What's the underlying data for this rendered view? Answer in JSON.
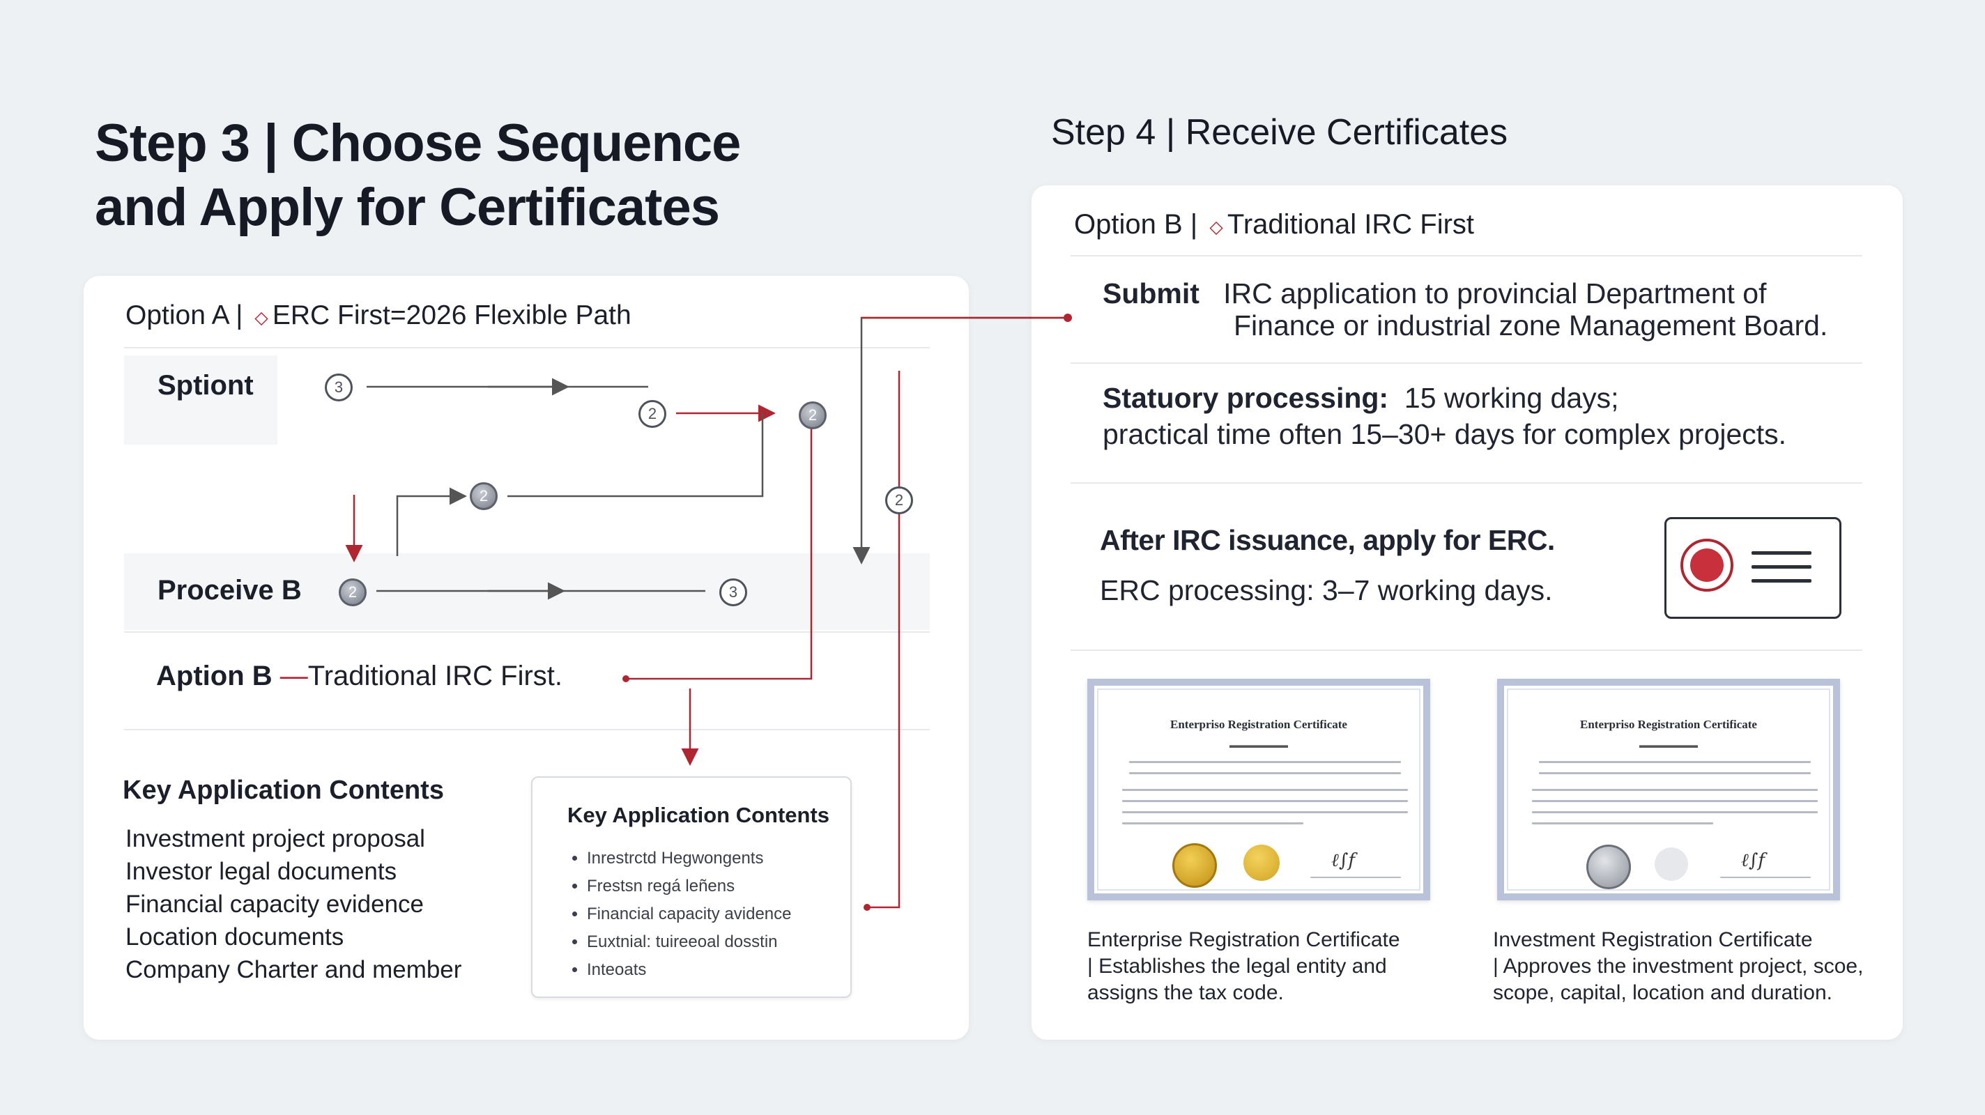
{
  "step3": {
    "title_line1": "Step 3 | Choose Sequence",
    "title_line2": "and Apply for Certificates"
  },
  "step4": {
    "title": "Step 4 | Receive Certificates"
  },
  "left": {
    "option_a": {
      "name": "Option A",
      "tag": "⬦",
      "path": "ERC First=2026 Flexible Path"
    },
    "row1_label": "Sptiont",
    "row2_label": "Proceive B",
    "option_b_line": {
      "name": "Aption B",
      "dash": "—",
      "text": "Traditional IRC First."
    },
    "nodes": {
      "n1": "3",
      "n2": "2",
      "n3": "2",
      "n4": "2",
      "n5": "2",
      "n6": "2",
      "n7": "3"
    },
    "key_contents": {
      "title": "Key Application Contents",
      "items": [
        "Investment project proposal",
        "Investor legal documents",
        "Financial capacity evidence",
        "Location documents",
        "Company Charter and member"
      ]
    },
    "key_card": {
      "title": "Key Application Contents",
      "items": [
        "Inrestrctd Hegwongents",
        "Frestsn regá leñens",
        "Financial capacity avidence",
        "Euxtnial: tuireeoal dosstin",
        "Inteoats"
      ]
    }
  },
  "right": {
    "option_b": {
      "name": "Option B",
      "tag": "⬦",
      "text": "Traditional IRC First"
    },
    "submit": {
      "label": "Submit",
      "line1": "IRC application to provincial Department of",
      "line2": "Finance or industrial zone Management Board."
    },
    "statutory": {
      "label": "Statuory processing:",
      "value": "15 working days;",
      "line2": "practical time often 15–30+ days for complex projects."
    },
    "after": {
      "line1": "After IRC issuance, apply for ERC.",
      "line2": "ERC processing: 3–7 working days."
    },
    "cert1": {
      "title": "Enterpriso Registration Certificate",
      "caption": [
        "Enterprise Registration Certificate",
        "| Establishes the legal entity and",
        "assigns the tax code."
      ]
    },
    "cert2": {
      "title": "Enterpriso Registration Certificate",
      "caption": [
        "Investment Registration Certificate",
        "| Approves the investment project, scoe,",
        "scope, capital, location and duration."
      ]
    }
  },
  "colors": {
    "accent_red": "#b02630",
    "gold": "#d8a822",
    "gray_node": "#757b86"
  }
}
